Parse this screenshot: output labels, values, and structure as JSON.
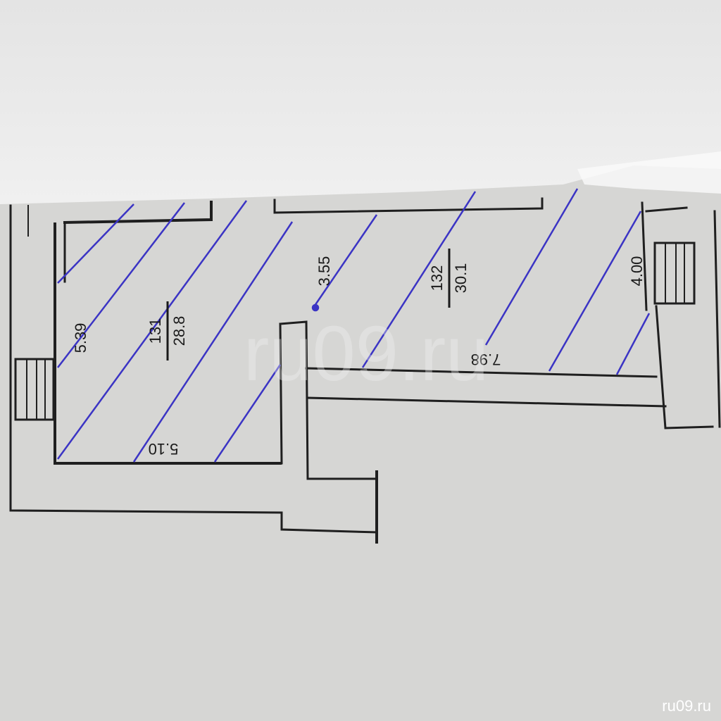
{
  "plan": {
    "rooms": [
      {
        "number": "131",
        "area": "28.8"
      },
      {
        "number": "132",
        "area": "30.1"
      }
    ],
    "dimensions": {
      "room131_height": "5.39",
      "room131_width": "5.10",
      "room132_left_height": "3.55",
      "room132_width": "7.98",
      "room132_right_height": "4.00"
    }
  },
  "watermark": {
    "center": "ru09.ru",
    "corner": "ru09.ru"
  },
  "colors": {
    "paper": "#d6d6d4",
    "wall": "#1f1f1f",
    "hatch": "#3b34c4",
    "sheet": "#ececec"
  }
}
